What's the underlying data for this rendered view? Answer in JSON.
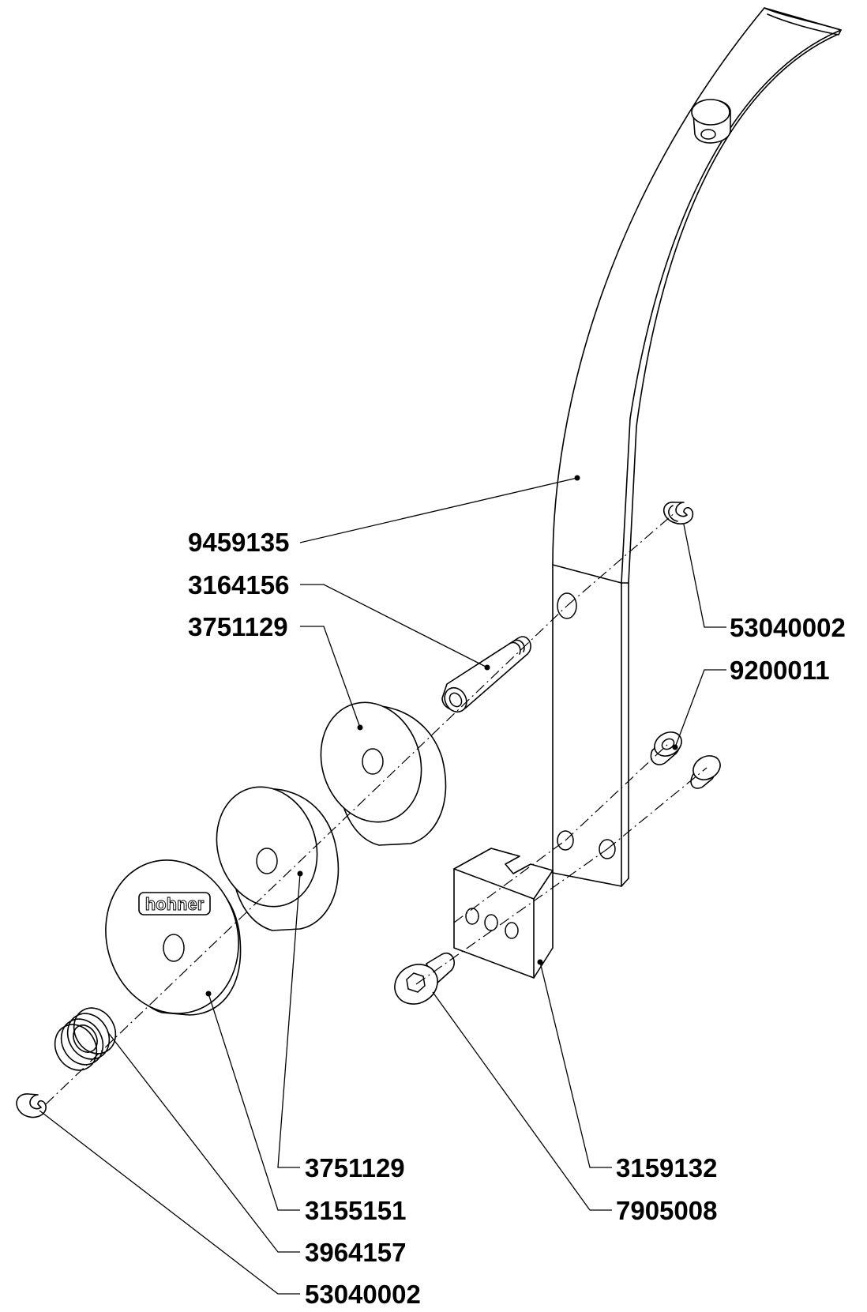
{
  "labels": {
    "rod": "9459135",
    "pin": "3164156",
    "disc_upper": "3751129",
    "clip_right": "53040002",
    "bushing": "9200011",
    "disc_lower": "3751129",
    "cover_disc": "3155151",
    "spring": "3964157",
    "clip_left": "53040002",
    "block": "3159132",
    "screw": "7905008"
  },
  "logo_text": "hohner"
}
